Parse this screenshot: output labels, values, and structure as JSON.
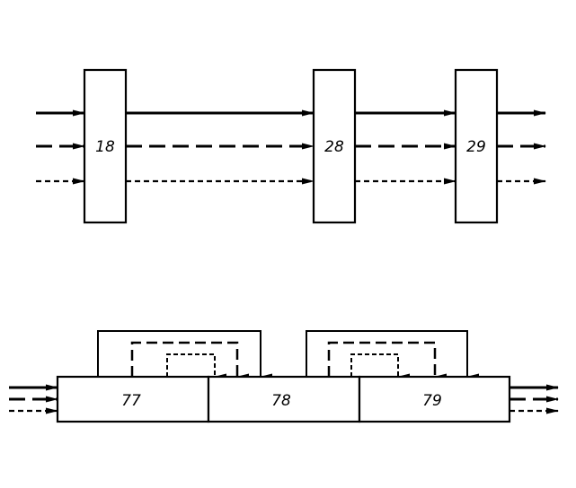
{
  "colors": {
    "stroke": "#000000",
    "background": "#ffffff"
  },
  "top_diagram": {
    "blocks": [
      {
        "label": "18"
      },
      {
        "label": "28"
      },
      {
        "label": "29"
      }
    ],
    "line_styles": [
      "solid",
      "dashed",
      "dotted"
    ]
  },
  "bottom_diagram": {
    "blocks": [
      {
        "label": "77"
      },
      {
        "label": "78"
      },
      {
        "label": "79"
      }
    ],
    "feedback_groups": 2,
    "line_styles": [
      "solid",
      "dashed",
      "dotted"
    ]
  }
}
